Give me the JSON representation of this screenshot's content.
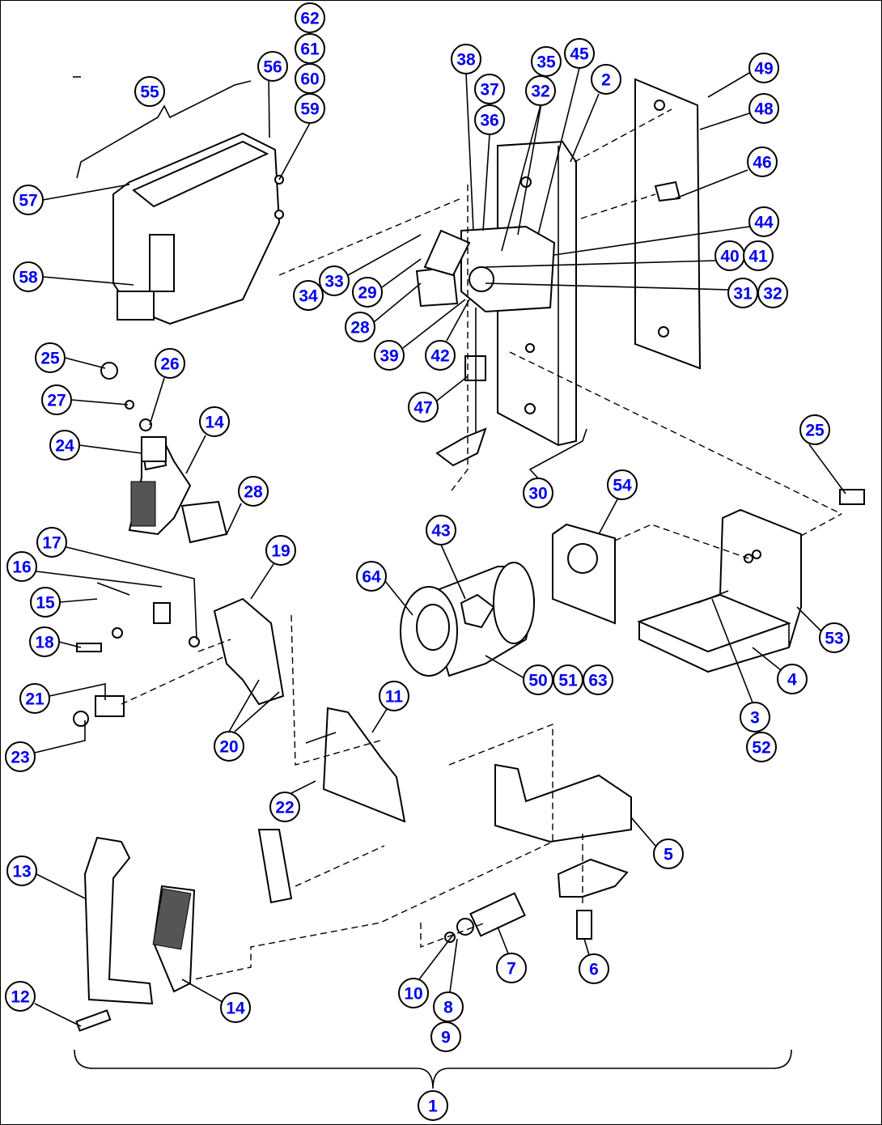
{
  "diagram": {
    "type": "exploded-parts-view",
    "callout_color": "#0000ee",
    "callouts": [
      "62",
      "61",
      "60",
      "59",
      "56",
      "55",
      "57",
      "58",
      "38",
      "35",
      "45",
      "37",
      "32",
      "2",
      "36",
      "49",
      "48",
      "46",
      "44",
      "40",
      "41",
      "31",
      "32",
      "33",
      "34",
      "29",
      "28",
      "39",
      "42",
      "47",
      "30",
      "25",
      "26",
      "27",
      "24",
      "14",
      "28",
      "17",
      "16",
      "15",
      "18",
      "19",
      "21",
      "23",
      "20",
      "64",
      "43",
      "54",
      "25",
      "53",
      "4",
      "50",
      "51",
      "63",
      "3",
      "52",
      "11",
      "22",
      "5",
      "13",
      "12",
      "14",
      "10",
      "8",
      "9",
      "7",
      "6",
      "1"
    ]
  }
}
